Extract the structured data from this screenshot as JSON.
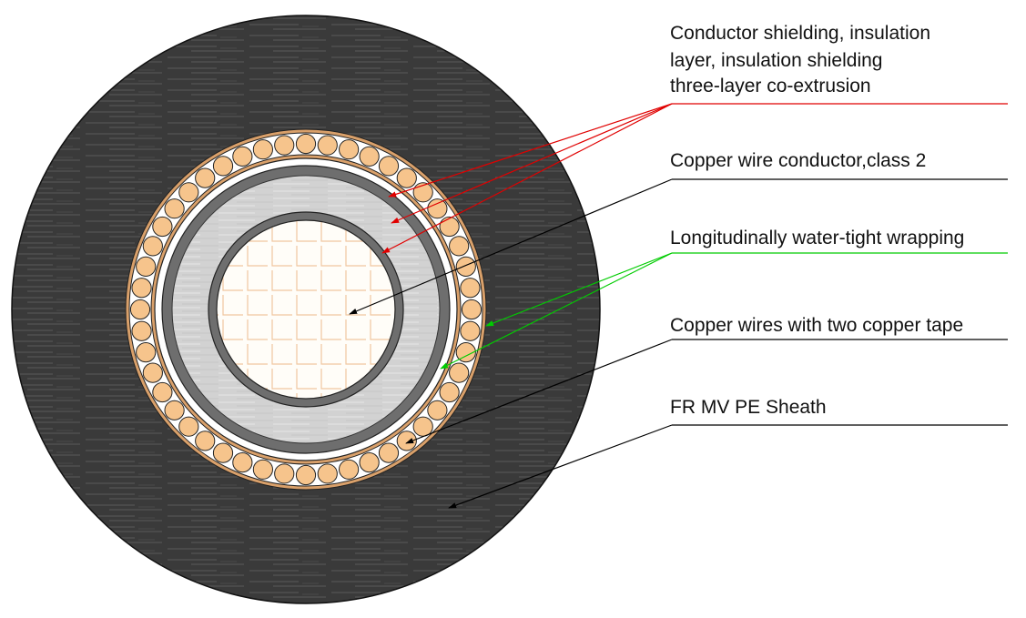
{
  "diagram": {
    "labels": {
      "shielding_line1": "Conductor shielding, insulation",
      "shielding_line2": "layer, insulation shielding",
      "shielding_line3": "three-layer co-extrusion",
      "conductor": "Copper wire conductor,class 2",
      "wrapping": "Longitudinally water-tight wrapping",
      "screen": "Copper wires with two copper tape",
      "sheath": "FR MV PE Sheath"
    },
    "colors": {
      "sheath": "#3a3a3a",
      "copper_wire": "#f6c48c",
      "copper_tape": "#d9a06a",
      "insulation": "#d2d2d2",
      "semi_conductive": "#6e6e6e",
      "conductor": "#fffdf8",
      "shielding_leader": "#e00000",
      "wrapping_leader": "#00cc00",
      "leader": "#000000"
    },
    "screen_wire_count": 48
  }
}
